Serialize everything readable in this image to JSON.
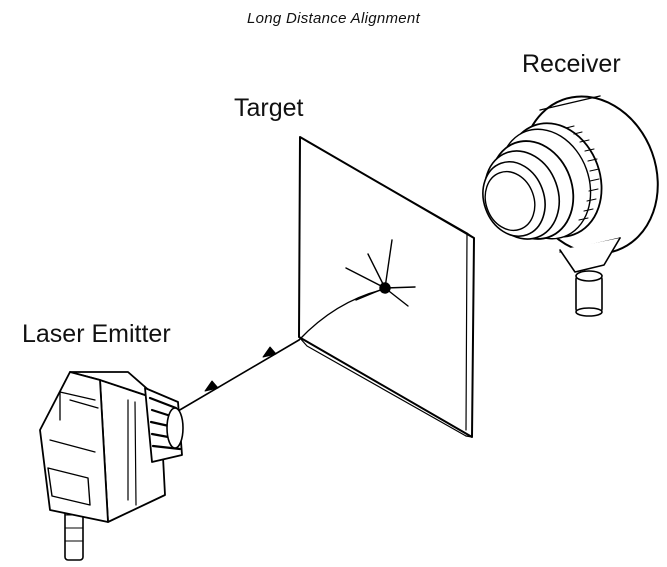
{
  "title": "Long Distance Alignment",
  "labels": {
    "target": "Target",
    "receiver": "Receiver",
    "laser_emitter": "Laser Emitter"
  }
}
